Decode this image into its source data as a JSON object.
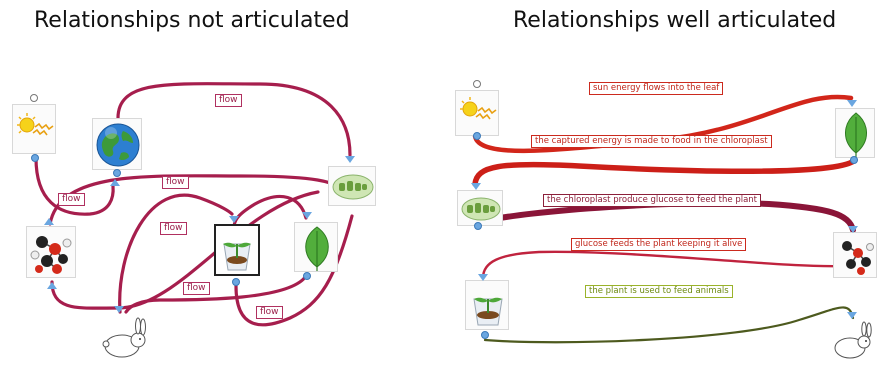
{
  "left": {
    "title": "Relationships not articulated",
    "labels": [
      "flow",
      "flow",
      "flow",
      "flow",
      "flow",
      "flow"
    ],
    "nodes": [
      "sun",
      "earth",
      "chloroplast",
      "sugar-molecule",
      "plant-pot",
      "leaf",
      "rabbit"
    ]
  },
  "right": {
    "title": "Relationships well articulated",
    "labels": [
      "sun energy flows into the leaf",
      "the captured energy is made to food in the chloroplast",
      "the chloroplast produce glucose to feed the plant",
      "glucose feeds the plant keeping it alive",
      "the plant is used to feed animals"
    ],
    "nodes": [
      "sun",
      "leaf",
      "chloroplast",
      "sugar-molecule",
      "plant-pot",
      "rabbit"
    ]
  },
  "colors": {
    "arrow_crimson": "#a61e4d",
    "arrow_red": "#d2261a",
    "arrow_dark_red": "#8a1538",
    "arrow_green": "#4d5a1e",
    "connector_blue": "#6aa6e0"
  }
}
